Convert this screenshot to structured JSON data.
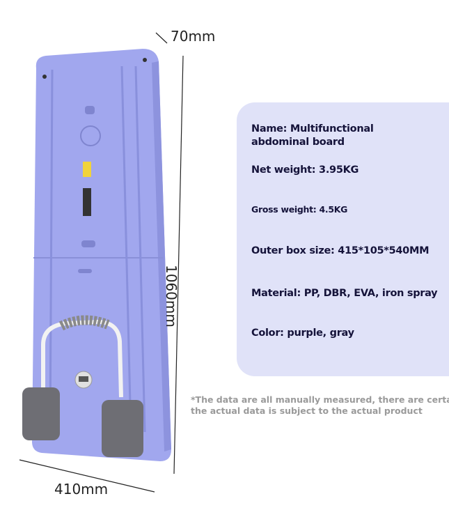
{
  "dimensions": {
    "depth": "70mm",
    "height": "1060mm",
    "width": "410mm"
  },
  "specs": {
    "name_line1": "Name: Multifunctional",
    "name_line2": "abdominal board",
    "net_weight": "Net weight: 3.95KG",
    "gross_weight": "Gross weight: 4.5KG",
    "box_size": "Outer box size: 415*105*540MM",
    "material": "Material: PP, DBR, EVA, iron spray",
    "color": "Color: purple, gray"
  },
  "note": {
    "line1": "*The data are all manually measured, there are certain errors",
    "line2": "the actual data is subject to the actual product"
  },
  "colors": {
    "board": "#a1a7ee",
    "card": "#e0e2f8",
    "pad": "#6e6e74"
  }
}
